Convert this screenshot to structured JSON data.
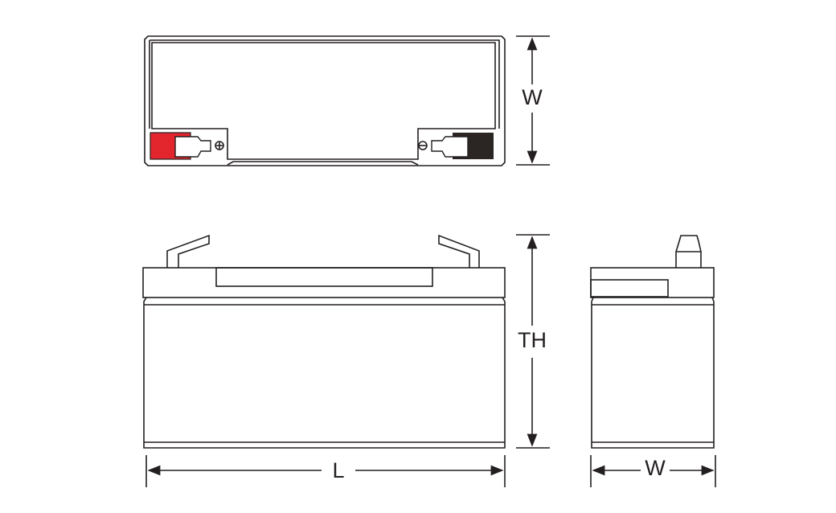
{
  "labels": {
    "top_width": "W",
    "total_height": "TH",
    "length": "L",
    "side_width": "W"
  },
  "terminals": {
    "positive_symbol": "⊕",
    "negative_symbol": "⊖"
  },
  "colors": {
    "positive_terminal": "#e3262d",
    "negative_terminal": "#2b2523",
    "line": "#231f20"
  }
}
